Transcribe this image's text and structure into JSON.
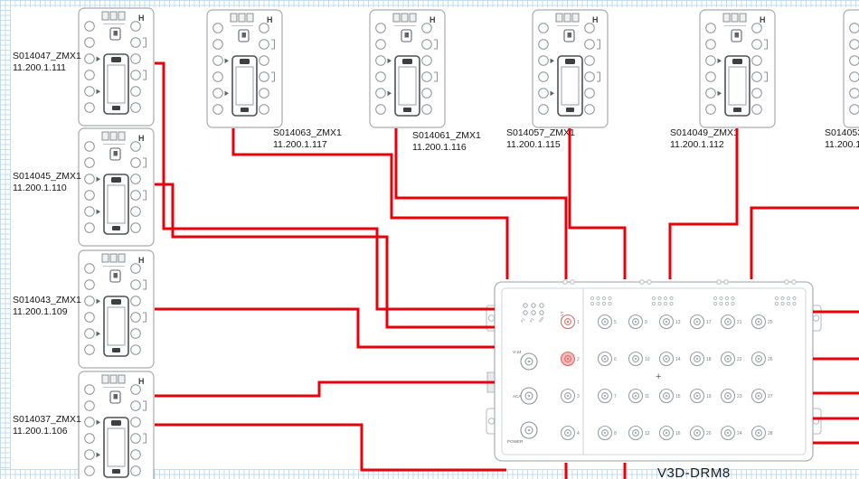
{
  "app": {
    "canvas_bg": "#ffffff",
    "edge_grid_color": "#bfdcf2",
    "wire_color": "#e8000a"
  },
  "modules_badge": "H",
  "devices": [
    {
      "name": "S014047_ZMX1",
      "ip": "11.200.1.111"
    },
    {
      "name": "S014045_ZMX1",
      "ip": "11.200.1.110"
    },
    {
      "name": "S014043_ZMX1",
      "ip": "11.200.1.109"
    },
    {
      "name": "S014037_ZMX1",
      "ip": "11.200.1.106"
    },
    {
      "name": "S014063_ZMX1",
      "ip": "11.200.1.117"
    },
    {
      "name": "S014061_ZMX1",
      "ip": "11.200.1.116"
    },
    {
      "name": "S014057_ZMX1",
      "ip": "11.200.1.115"
    },
    {
      "name": "S014049_ZMX1",
      "ip": "11.200.1.112"
    },
    {
      "name": "S014053",
      "ip": "11.200.1."
    }
  ],
  "hub": {
    "name": "V3D-DRM8",
    "labels": {
      "fault": "FAULT",
      "p1": "P1",
      "p2": "P2",
      "rm": "RM",
      "v24": "V-24",
      "aca": "ACA",
      "power": "POWER",
      "plus": "+"
    },
    "port_numbers": [
      1,
      2,
      3,
      4,
      5,
      6,
      7,
      8,
      9,
      10,
      11,
      12,
      13,
      14,
      15,
      16,
      17,
      18,
      19,
      20,
      21,
      22,
      23,
      24,
      25,
      26,
      27,
      28
    ]
  }
}
